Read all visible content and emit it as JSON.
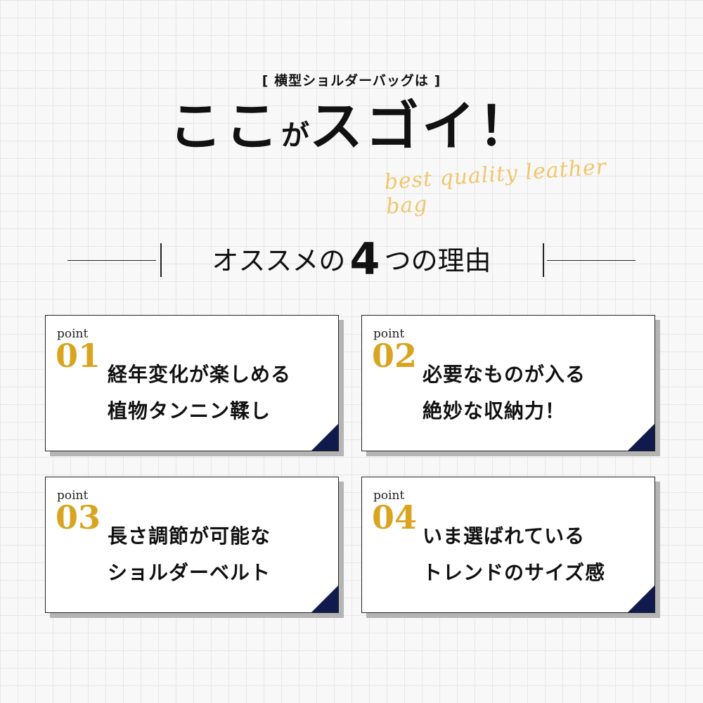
{
  "header": {
    "subtitle": "[ 横型ショルダーバッグは ]",
    "headline_part1": "ここ",
    "headline_small": "が",
    "headline_part2": "スゴイ！",
    "script_tagline": "best quality leather bag"
  },
  "section": {
    "title_prefix": "オススメの",
    "title_number": "4",
    "title_suffix": "つの理由"
  },
  "points": [
    {
      "label": "point",
      "number": "01",
      "line1": "経年変化が楽しめる",
      "line2": "植物タンニン鞣し"
    },
    {
      "label": "point",
      "number": "02",
      "line1": "必要なものが入る",
      "line2": "絶妙な収納力！"
    },
    {
      "label": "point",
      "number": "03",
      "line1": "長さ調節が可能な",
      "line2": "ショルダーベルト"
    },
    {
      "label": "point",
      "number": "04",
      "line1": "いま選ばれている",
      "line2": "トレンドのサイズ感"
    }
  ],
  "colors": {
    "accent_gold": "#d9a520",
    "script_gold": "#f0c76a",
    "corner_navy": "#111a4c"
  }
}
